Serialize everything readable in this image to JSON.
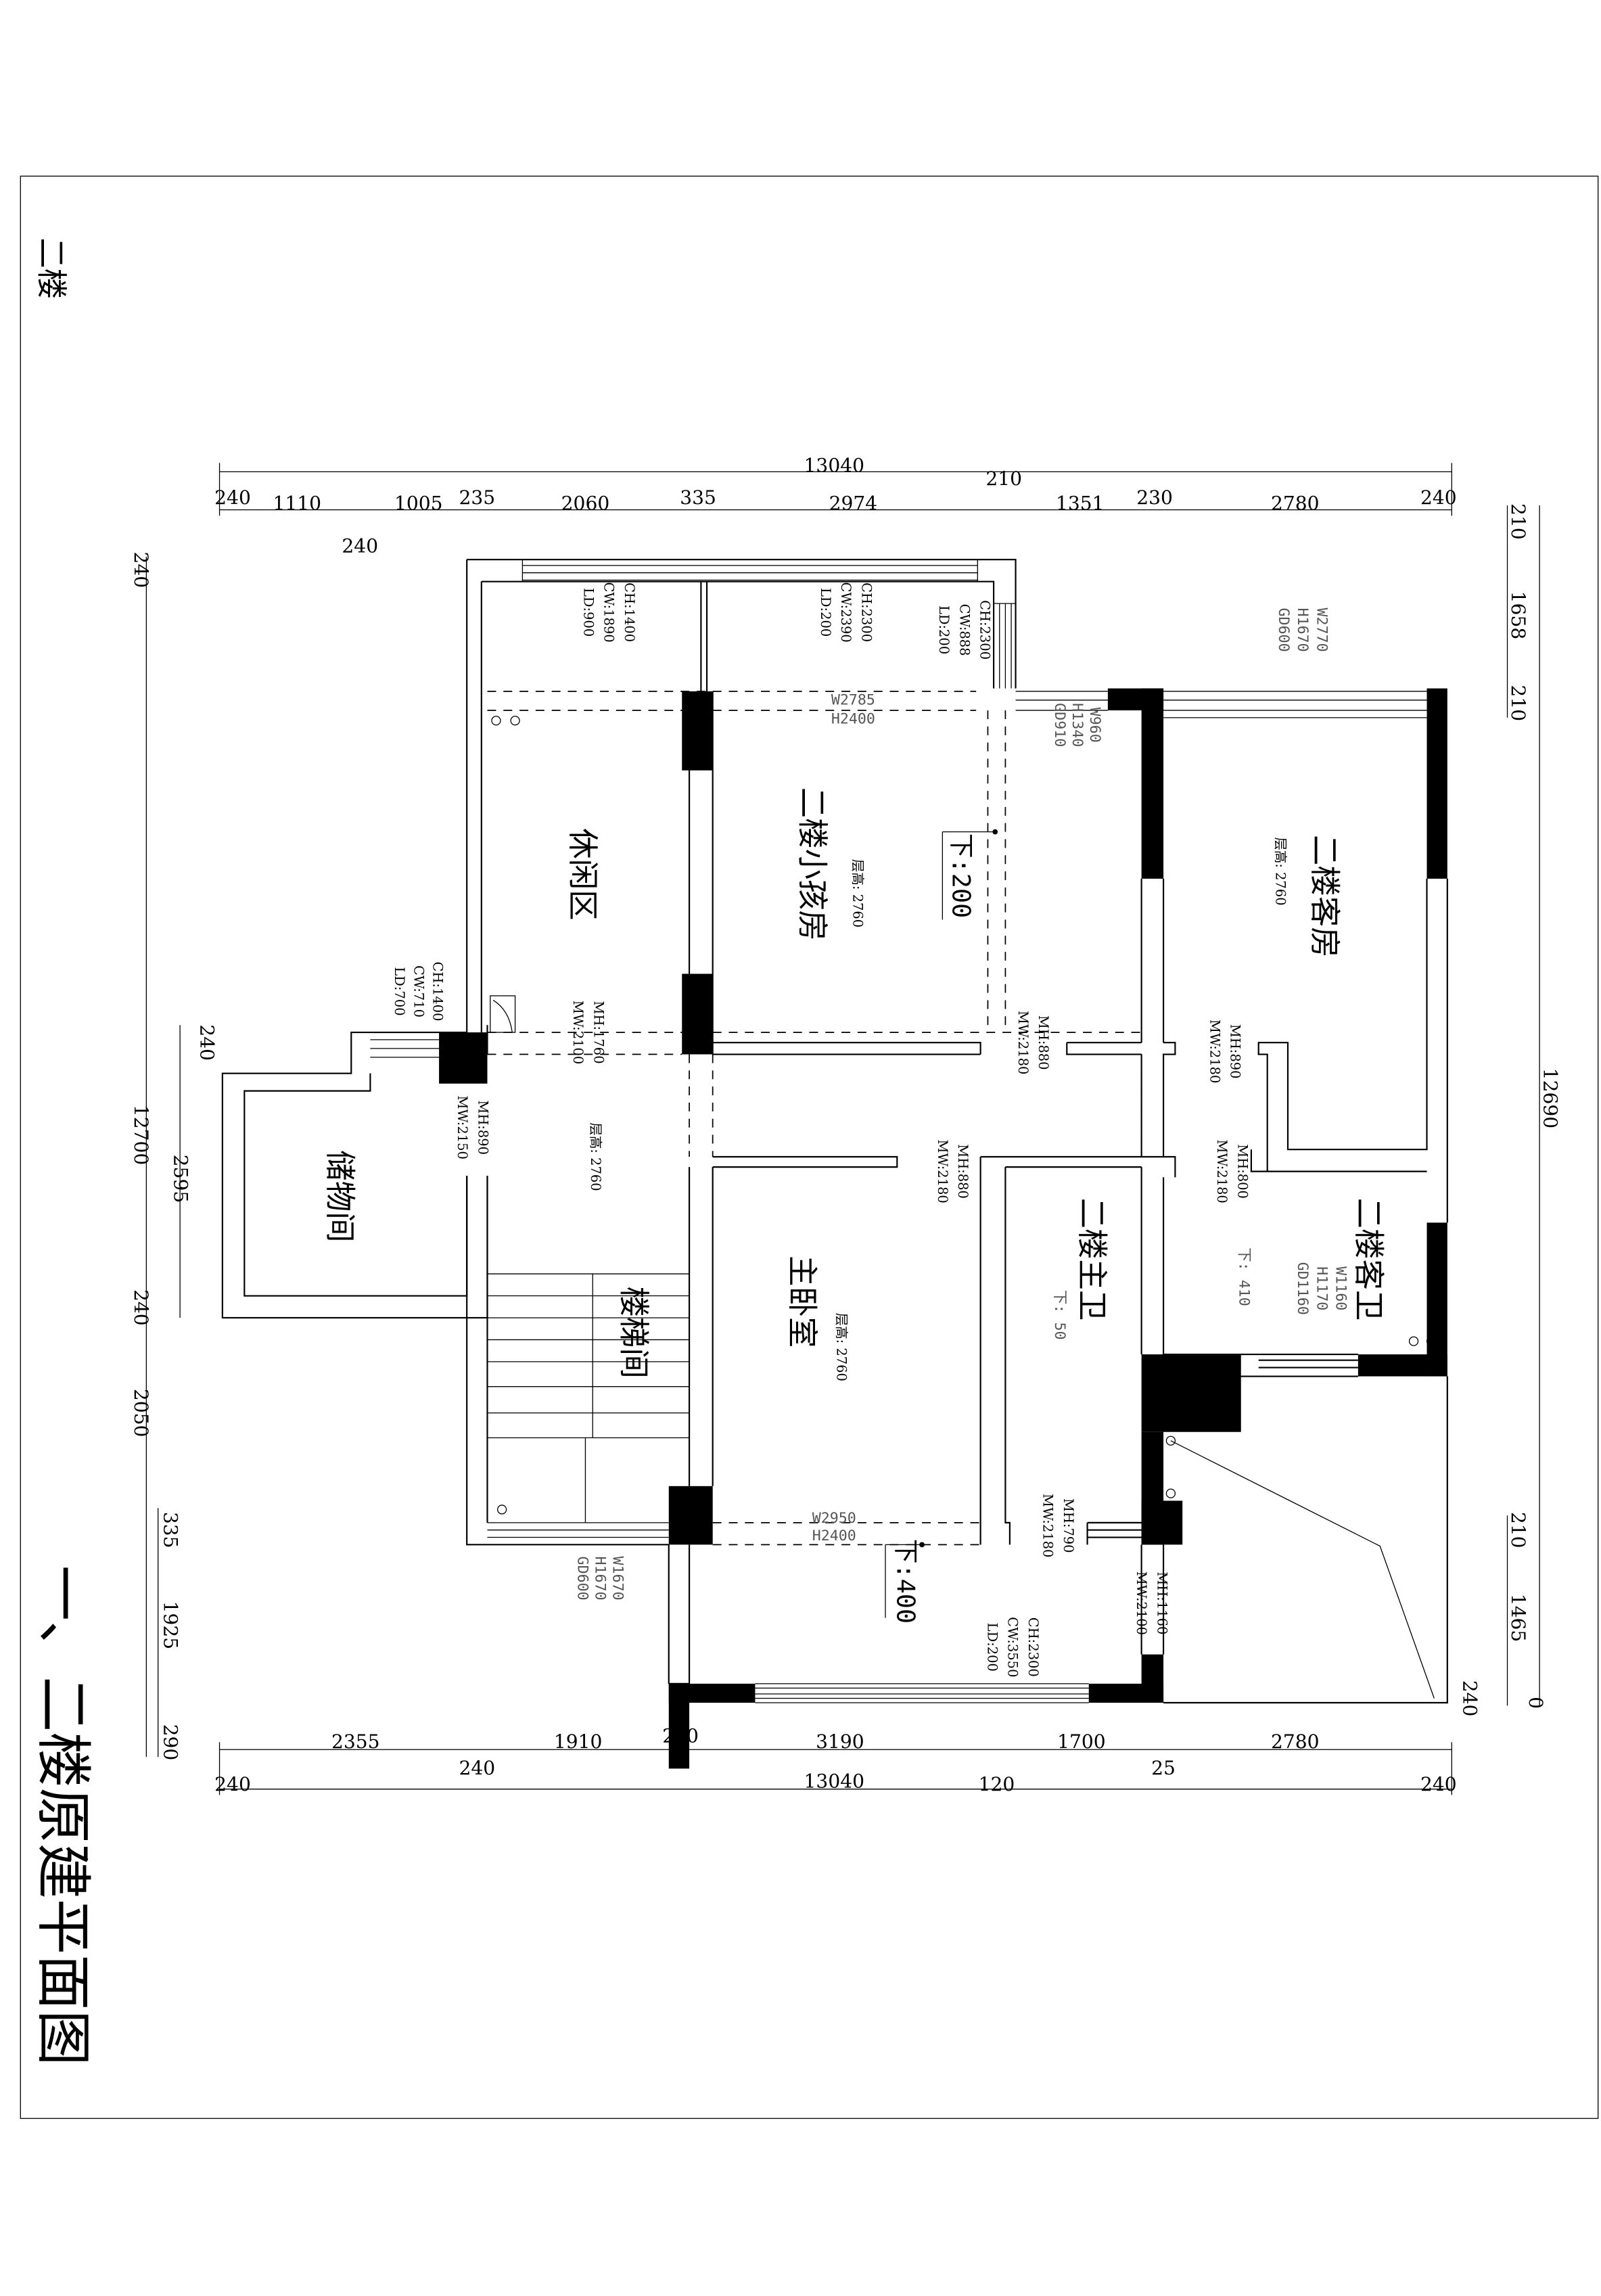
{
  "floor_label": "二楼",
  "title": "一、二楼原建平面图",
  "rooms": {
    "leisure": "休闲区",
    "kids_room": "二楼小孩房",
    "guest_room": "二楼客房",
    "storage": "储物间",
    "stairwell": "楼梯间",
    "master_bedroom": "主卧室",
    "master_bath": "二楼主卫",
    "guest_bath": "二楼客卫"
  },
  "floor_heights": [
    "层高: 2760",
    "层高: 2760",
    "层高: 2760",
    "层高: 2760"
  ],
  "level_drops": {
    "kids": "下:200",
    "master": "下:400",
    "master_bath": "下: 50",
    "guest_bath": "下: 410"
  },
  "dims": {
    "top_total": "13040",
    "top_210": "210",
    "top": [
      "240",
      "1110",
      "1005",
      "235",
      "2060",
      "335",
      "2974",
      "1351",
      "230",
      "2780",
      "240"
    ],
    "top_sub": "240",
    "bottom": [
      "2355",
      "1910",
      "240",
      "3190",
      "1700",
      "2780"
    ],
    "bottom_sub": [
      "240",
      "25"
    ],
    "bottom_total": [
      "240",
      "13040",
      "120",
      "240"
    ],
    "left": [
      "240",
      "12700",
      "240",
      "2050",
      "2595",
      "240",
      "335",
      "1925",
      "290"
    ],
    "right": [
      "210",
      "1658",
      "210",
      "12690",
      "210",
      "1465",
      "240",
      "0"
    ]
  },
  "annotations": {
    "a1": [
      "CH:1400",
      "CW:1890",
      "LD:900"
    ],
    "a2": [
      "CH:2300",
      "CW:2390",
      "LD:200"
    ],
    "a3": [
      "CH:2300",
      "CW:888",
      "LD:200"
    ],
    "a4": [
      "W2770",
      "H1670",
      "GD600"
    ],
    "a5": [
      "W2785",
      "H2400"
    ],
    "a6": [
      "W960",
      "H1340",
      "GD910"
    ],
    "a7": [
      "MH:1760",
      "MW:2100"
    ],
    "a8": [
      "CH:1400",
      "CW:710",
      "LD:700"
    ],
    "a9": [
      "MH:890",
      "MW:2150"
    ],
    "a10": [
      "MH:880",
      "MW:2180"
    ],
    "a11": [
      "MH:890",
      "MW:2180"
    ],
    "a12": [
      "MH:880",
      "MW:2180"
    ],
    "a13": [
      "MH:800",
      "MW:2180"
    ],
    "a14": [
      "W1160",
      "H1170",
      "GD1160"
    ],
    "a15": [
      "W2950",
      "H2400"
    ],
    "a16": [
      "MH:790",
      "MW:2180"
    ],
    "a17": [
      "MH:1160",
      "MW:2100"
    ],
    "a18": [
      "W1670",
      "H1670",
      "GD600"
    ],
    "a19": [
      "CH:2300",
      "CW:3550",
      "LD:200"
    ]
  }
}
